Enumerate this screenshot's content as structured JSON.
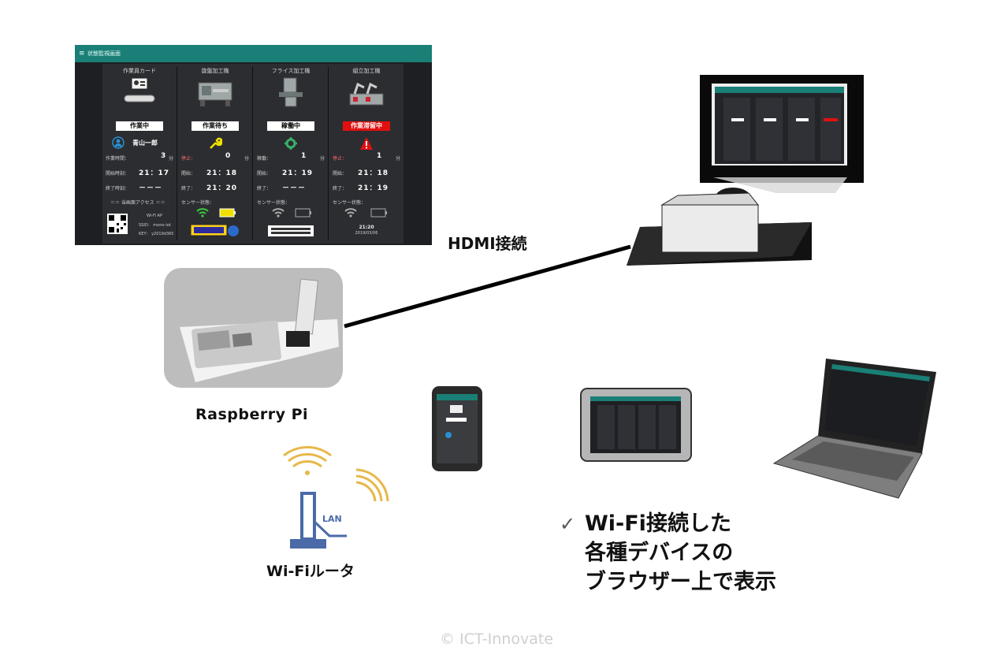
{
  "dashboard": {
    "title": "状態監視画面",
    "menu_icon": "hamburger-icon",
    "columns": [
      {
        "header": "作業員カード",
        "status": "作業中",
        "status_color": "#ffffff",
        "person": "青山一郎",
        "rows": [
          {
            "label": "作業時間：",
            "value": "3",
            "unit": "分"
          },
          {
            "label": "開始時刻：",
            "value": "21：17",
            "unit": ""
          },
          {
            "label": "終了時刻：",
            "value": "－－－",
            "unit": ""
          }
        ],
        "footer_heading": "＝＝ 当画面アクセス ＝＝",
        "wifi_ap": "Wi-Fi AP",
        "ssid": "SSID： mono-iot",
        "key": "KEY： y2019d365"
      },
      {
        "header": "旋盤加工機",
        "status": "作業待ち",
        "status_color": "#ffffff",
        "rows": [
          {
            "label": "停止：",
            "value": "0",
            "unit": "分"
          },
          {
            "label": "開始：",
            "value": "21：18",
            "unit": ""
          },
          {
            "label": "終了：",
            "value": "21：20",
            "unit": ""
          }
        ],
        "sensor": "センサー状態："
      },
      {
        "header": "フライス加工機",
        "status": "稼働中",
        "status_color": "#ffffff",
        "rows": [
          {
            "label": "稼働：",
            "value": "1",
            "unit": "分"
          },
          {
            "label": "開始：",
            "value": "21：19",
            "unit": ""
          },
          {
            "label": "終了：",
            "value": "－－－",
            "unit": ""
          }
        ],
        "sensor": "センサー状態："
      },
      {
        "header": "組立加工機",
        "status": "作業滞留中",
        "status_color": "#e01010",
        "rows": [
          {
            "label": "停止：",
            "value": "1",
            "unit": "分"
          },
          {
            "label": "開始：",
            "value": "21：18",
            "unit": ""
          },
          {
            "label": "終了：",
            "value": "21：19",
            "unit": ""
          }
        ],
        "sensor": "センサー状態：",
        "time": "21:20",
        "date": "2019/03/06"
      }
    ]
  },
  "labels": {
    "hdmi": "HDMI接続",
    "raspberry_pi": "Raspberry Pi",
    "router": "Wi-Fiルータ",
    "router_lan": "LAN",
    "bullet_lines": [
      "Wi-Fi接続した",
      "各種デバイスの",
      "ブラウザー上で表示"
    ],
    "copyright": "© ICT-Innovate"
  },
  "colors": {
    "accent": "#1a7f76",
    "wifi_green": "#3cc83c",
    "battery_yellow": "#f0e000",
    "router_blue": "#4a6aa8",
    "wifi_gold": "#e7b84a"
  }
}
